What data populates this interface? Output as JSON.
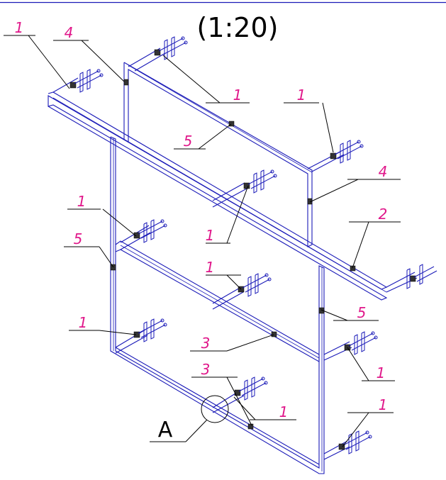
{
  "drawing": {
    "scale_label": "(1:20)",
    "view_label": "A",
    "colors": {
      "frame": "#1a1ab8",
      "callout": "#e0178a",
      "leader": "#000000",
      "border": "#1a1ab8"
    }
  },
  "callouts": [
    {
      "label": "1"
    },
    {
      "label": "4"
    },
    {
      "label": "1"
    },
    {
      "label": "1"
    },
    {
      "label": "5"
    },
    {
      "label": "4"
    },
    {
      "label": "1"
    },
    {
      "label": "1"
    },
    {
      "label": "2"
    },
    {
      "label": "5"
    },
    {
      "label": "1"
    },
    {
      "label": "5"
    },
    {
      "label": "1"
    },
    {
      "label": "3"
    },
    {
      "label": "1"
    },
    {
      "label": "3"
    },
    {
      "label": "1"
    },
    {
      "label": "1"
    }
  ]
}
